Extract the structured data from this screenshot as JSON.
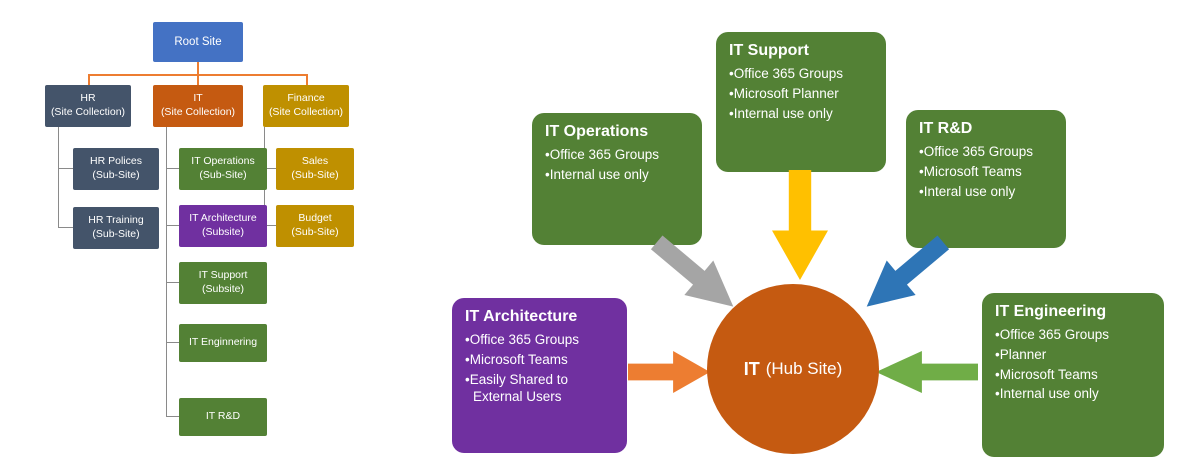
{
  "left": {
    "root": {
      "label": "Root Site"
    },
    "collections": [
      {
        "label": "HR",
        "type": "(Site Collection)"
      },
      {
        "label": "IT",
        "type": "(Site Collection)"
      },
      {
        "label": "Finance",
        "type": "(Site Collection)"
      }
    ],
    "hr_children": [
      {
        "label": "HR Polices",
        "type": "(Sub-Site)"
      },
      {
        "label": "HR Training",
        "type": "(Sub-Site)"
      }
    ],
    "it_children": [
      {
        "label": "IT Operations",
        "type": "(Sub-Site)"
      },
      {
        "label": "IT Architecture",
        "type": "(Subsite)"
      },
      {
        "label": "IT Support",
        "type": "(Subsite)"
      },
      {
        "label": "IT Enginnering"
      },
      {
        "label": "IT R&D"
      }
    ],
    "finance_children": [
      {
        "label": "Sales",
        "type": "(Sub-Site)"
      },
      {
        "label": "Budget",
        "type": "(Sub-Site)"
      }
    ]
  },
  "right": {
    "hub": {
      "bold": "IT",
      "rest": "(Hub Site)"
    },
    "spokes": [
      {
        "title": "IT Operations",
        "bullets": [
          "Office 365 Groups",
          "Internal use only"
        ]
      },
      {
        "title": "IT Support",
        "bullets": [
          "Office 365 Groups",
          "Microsoft Planner",
          "Internal use only"
        ]
      },
      {
        "title": "IT R&D",
        "bullets": [
          "Office 365 Groups",
          "Microsoft Teams",
          "Interal use only"
        ]
      },
      {
        "title": "IT Architecture",
        "bullets": [
          "Office 365 Groups",
          "Microsoft Teams",
          "Easily Shared to External Users"
        ]
      },
      {
        "title": "IT Engineering",
        "bullets": [
          "Office 365 Groups",
          "Planner",
          "Microsoft Teams",
          "Internal use only"
        ]
      }
    ]
  },
  "colors": {
    "root_blue": "#4472C4",
    "slate": "#44546A",
    "orange": "#C55A11",
    "gold": "#BF9000",
    "green": "#538135",
    "purple": "#7030A0",
    "hub_orange": "#C55A11",
    "arrow_gray": "#A5A5A5",
    "arrow_gold": "#FFC000",
    "arrow_blue": "#2E75B6",
    "arrow_orange": "#ED7D31",
    "arrow_green": "#70AD47",
    "root_connector": "#ED7D31",
    "sub_connector": "#8a8a8a"
  }
}
